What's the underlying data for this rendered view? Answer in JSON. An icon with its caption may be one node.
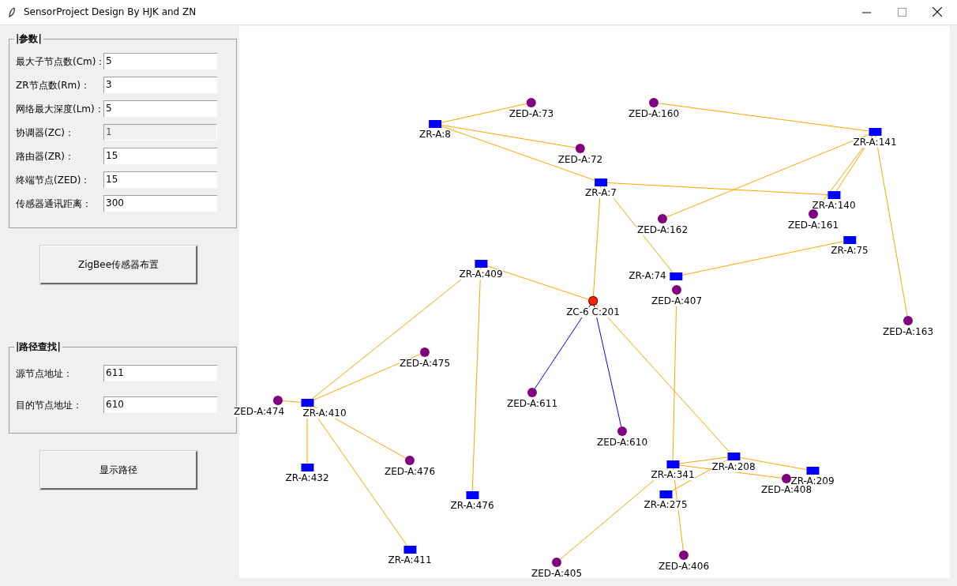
{
  "diagram": {
    "title": "SensorProject Design By HJK and ZN",
    "nodes": [
      {
        "text": [
          "|参数|"
        ]
      },
      {
        "text": [
          "5"
        ],
        "beside": [
          "最大子节点数(Cm)："
        ],
        "in": 0
      },
      {
        "text": [
          "3"
        ],
        "beside": [
          "ZR节点数(Rm)："
        ],
        "in": 0
      },
      {
        "text": [
          "5"
        ],
        "beside": [
          "网络最大深度(Lm)："
        ],
        "in": 0
      },
      {
        "text": [
          "1"
        ],
        "beside": [
          "协调器(ZC)："
        ],
        "in": 0
      },
      {
        "text": [
          "15"
        ],
        "beside": [
          "路由器(ZR)："
        ],
        "in": 0
      },
      {
        "text": [
          "15"
        ],
        "beside": [
          "终端节点(ZED)："
        ],
        "in": 0
      },
      {
        "text": [
          "300"
        ],
        "beside": [
          "传感器通讯距离："
        ],
        "in": 0
      },
      {
        "text": [
          "ZigBee传感器布置"
        ]
      },
      {
        "text": [
          "|路径查找|"
        ]
      },
      {
        "text": [
          "611"
        ],
        "beside": [
          "源节点地址："
        ],
        "in": 9
      },
      {
        "text": [
          "610"
        ],
        "beside": [
          "目的节点地址："
        ],
        "in": 9
      },
      {
        "text": [
          "显示路径"
        ]
      },
      {
        "text": [
          "ZED-A:73"
        ]
      },
      {
        "text": [
          "ZED-A:160"
        ]
      },
      {
        "text": [
          "ZR-A:8"
        ]
      },
      {
        "text": [
          "ZR-A:141"
        ]
      },
      {
        "text": [
          "ZED-A:72"
        ]
      },
      {
        "text": [
          "ZR-A:7"
        ]
      },
      {
        "text": [
          "ZR-A:140"
        ]
      },
      {
        "text": [
          "ZED-A:161"
        ]
      },
      {
        "text": [
          "ZED-A:162"
        ]
      },
      {
        "text": [
          "ZR-A:75"
        ]
      },
      {
        "text": [
          "ZR-A:409"
        ]
      },
      {
        "text": [
          "ZR-A:74"
        ]
      },
      {
        "text": [
          "ZED-A:407"
        ]
      },
      {
        "text": [
          "ZC-6 C:201"
        ]
      },
      {
        "text": [
          "ZED-A:163"
        ]
      },
      {
        "text": [
          "ZED-A:475"
        ]
      },
      {
        "text": [
          "ZED-A:611"
        ]
      },
      {
        "text": [
          "ZED-A:474"
        ]
      },
      {
        "text": [
          "ZR-A:410"
        ]
      },
      {
        "text": [
          "ZED-A:610"
        ]
      },
      {
        "text": [
          "ZR-A:208"
        ]
      },
      {
        "text": [
          "ZED-A:476"
        ]
      },
      {
        "text": [
          "ZR-A:341"
        ]
      },
      {
        "text": [
          "ZR-A:432"
        ]
      },
      {
        "text": [
          "ZR-A:209"
        ]
      },
      {
        "text": [
          "ZED-A:408"
        ]
      },
      {
        "text": [
          "ZR-A:275"
        ]
      },
      {
        "text": [
          "ZR-A:476"
        ]
      },
      {
        "text": [
          "ZR-A:411"
        ]
      },
      {
        "text": [
          "ZED-A:406"
        ]
      },
      {
        "text": [
          "ZED-A:405"
        ]
      }
    ],
    "edges": [
      {
        "from": 15,
        "to": 13,
        "arrow": "none"
      },
      {
        "from": 15,
        "to": 17,
        "arrow": "none"
      },
      {
        "from": 15,
        "to": 18,
        "arrow": "none"
      },
      {
        "from": 18,
        "to": 19,
        "arrow": "none"
      },
      {
        "from": 18,
        "to": 26,
        "arrow": "none"
      },
      {
        "from": 18,
        "to": 24,
        "arrow": "none"
      },
      {
        "from": 16,
        "to": 14,
        "arrow": "none"
      },
      {
        "from": 16,
        "to": 21,
        "arrow": "none"
      },
      {
        "from": 16,
        "to": 19,
        "arrow": "none"
      },
      {
        "from": 16,
        "to": 20,
        "arrow": "none"
      },
      {
        "from": 16,
        "to": 27,
        "arrow": "none"
      },
      {
        "from": 24,
        "to": 22,
        "arrow": "none"
      },
      {
        "from": 25,
        "to": 35,
        "arrow": "none"
      },
      {
        "from": 23,
        "to": 26,
        "arrow": "none"
      },
      {
        "from": 23,
        "to": 31,
        "arrow": "none"
      },
      {
        "from": 23,
        "to": 40,
        "arrow": "none"
      },
      {
        "from": 31,
        "to": 28,
        "arrow": "none"
      },
      {
        "from": 31,
        "to": 30,
        "arrow": "none"
      },
      {
        "from": 31,
        "to": 36,
        "arrow": "none"
      },
      {
        "from": 31,
        "to": 34,
        "arrow": "none"
      },
      {
        "from": 31,
        "to": 41,
        "arrow": "none"
      },
      {
        "from": 26,
        "to": 29,
        "arrow": "none",
        "color": "#0000ff"
      },
      {
        "from": 26,
        "to": 32,
        "arrow": "none",
        "color": "#0000ff"
      },
      {
        "from": 26,
        "to": 33,
        "arrow": "none"
      },
      {
        "from": 33,
        "to": 35,
        "arrow": "none"
      },
      {
        "from": 33,
        "to": 37,
        "arrow": "none"
      },
      {
        "from": 33,
        "to": 39,
        "arrow": "none"
      },
      {
        "from": 35,
        "to": 38,
        "arrow": "none"
      },
      {
        "from": 35,
        "to": 43,
        "arrow": "none"
      },
      {
        "from": 35,
        "to": 42,
        "arrow": "none"
      }
    ]
  }
}
